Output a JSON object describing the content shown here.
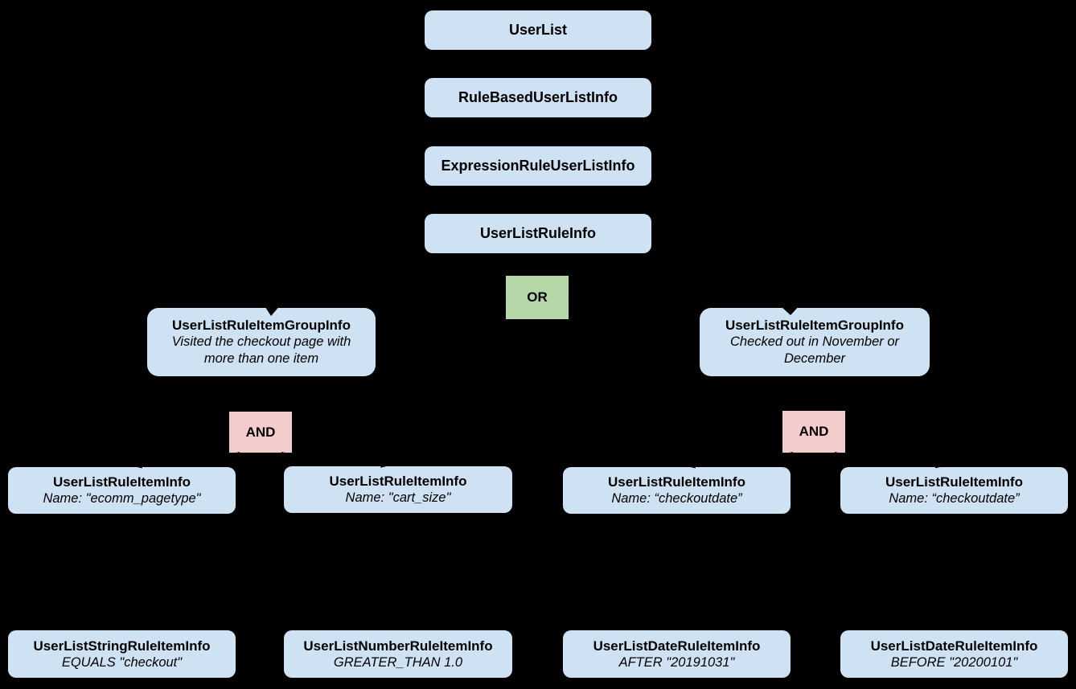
{
  "diagram": {
    "background": "#000000",
    "palette": {
      "node_fill": "#cfe2f3",
      "or_fill": "#b6d7a8",
      "and_fill": "#f4cccc",
      "text": "#000000",
      "connector": "#000000"
    },
    "nodes": {
      "userList": {
        "title": "UserList"
      },
      "ruleBasedUserListInfo": {
        "title": "RuleBasedUserListInfo"
      },
      "expressionRuleUserListInfo": {
        "title": "ExpressionRuleUserListInfo"
      },
      "userListRuleInfo": {
        "title": "UserListRuleInfo"
      },
      "orOperator": {
        "label": "OR"
      },
      "groupLeft": {
        "title": "UserListRuleItemGroupInfo",
        "description": "Visited the checkout page with more than one item"
      },
      "groupRight": {
        "title": "UserListRuleItemGroupInfo",
        "description": "Checked out in November or December"
      },
      "andLeft": {
        "label": "AND"
      },
      "andRight": {
        "label": "AND"
      },
      "ruleItem1": {
        "title": "UserListRuleItemInfo",
        "description": "Name: \"ecomm_pagetype\""
      },
      "ruleItem2": {
        "title": "UserListRuleItemInfo",
        "description": "Name: \"cart_size\""
      },
      "ruleItem3": {
        "title": "UserListRuleItemInfo",
        "description": "Name: “checkoutdate”"
      },
      "ruleItem4": {
        "title": "UserListRuleItemInfo",
        "description": "Name: “checkoutdate”"
      },
      "operand1": {
        "title": "UserListStringRuleItemInfo",
        "description": "EQUALS \"checkout\""
      },
      "operand2": {
        "title": "UserListNumberRuleItemInfo",
        "description": "GREATER_THAN 1.0"
      },
      "operand3": {
        "title": "UserListDateRuleItemInfo",
        "description": "AFTER \"20191031\""
      },
      "operand4": {
        "title": "UserListDateRuleItemInfo",
        "description": "BEFORE \"20200101\""
      }
    },
    "edges": [
      "UserList -> RuleBasedUserListInfo",
      "RuleBasedUserListInfo -> ExpressionRuleUserListInfo",
      "ExpressionRuleUserListInfo -> UserListRuleInfo",
      "UserListRuleInfo -> OR",
      "OR -> UserListRuleItemGroupInfo (left)",
      "OR -> UserListRuleItemGroupInfo (right)",
      "UserListRuleItemGroupInfo (left) -> AND (left)",
      "AND (left) -> UserListRuleItemInfo (ecomm_pagetype)",
      "AND (left) -> UserListRuleItemInfo (cart_size)",
      "UserListRuleItemGroupInfo (right) -> AND (right)",
      "AND (right) -> UserListRuleItemInfo (checkoutdate 1)",
      "AND (right) -> UserListRuleItemInfo (checkoutdate 2)",
      "UserListRuleItemInfo (ecomm_pagetype) -> UserListStringRuleItemInfo",
      "UserListRuleItemInfo (cart_size) -> UserListNumberRuleItemInfo",
      "UserListRuleItemInfo (checkoutdate 1) -> UserListDateRuleItemInfo (AFTER)",
      "UserListRuleItemInfo (checkoutdate 2) -> UserListDateRuleItemInfo (BEFORE)"
    ]
  }
}
